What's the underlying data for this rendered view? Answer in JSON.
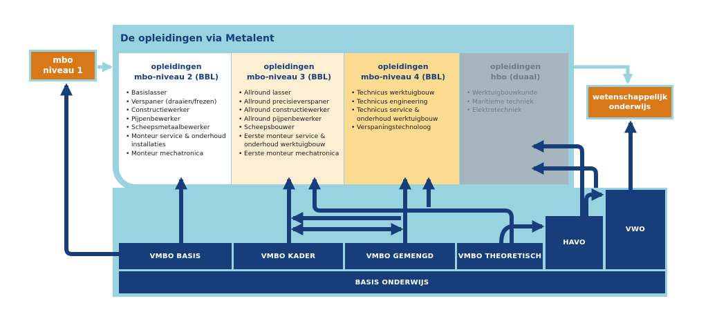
{
  "title": "De opleidingen via Metalent",
  "mbo1": "mbo\nniveau 1",
  "wo": "wetenschappelijk\nonderwijs",
  "columns": [
    {
      "heading": "opleidingen\nmbo-niveau 2 (BBL)",
      "items": [
        "Basislasser",
        "Verspaner (draaien/frezen)",
        "Constructiewerker",
        "Pijpenbewerker",
        "Scheepsmetaalbewerker",
        "Monteur service & onderhoud installaties",
        "Monteur mechatronica"
      ]
    },
    {
      "heading": "opleidingen\nmbo-niveau 3 (BBL)",
      "items": [
        "Allround lasser",
        "Allround precisieverspaner",
        "Allround constructiewerker",
        "Allround pijpenbewerker",
        "Scheepsbouwer",
        "Eerste monteur service & onderhoud werktuigbouw",
        "Eerste monteur mechatronica"
      ]
    },
    {
      "heading": "opleidingen\nmbo-niveau 4 (BBL)",
      "items": [
        "Technicus werktuigbouw",
        "Technicus engineering",
        "Technicus service & onderhoud werktuigbouw",
        "Verspaningstechnoloog"
      ]
    },
    {
      "heading": "opleidingen\nhbo (duaal)",
      "items": [
        "Werktuigbouwkunde",
        "Maritieme techniek",
        "Elektrotechniek"
      ]
    }
  ],
  "school": {
    "vmbo_basis": "VMBO BASIS",
    "vmbo_kader": "VMBO KADER",
    "vmbo_gemengd": "VMBO GEMENGD",
    "vmbo_theoretisch": "VMBO THEORETISCH",
    "havo": "HAVO",
    "vwo": "VWO",
    "basis": "BASIS  ONDERWIJS"
  },
  "colors": {
    "navy": "#173e7a",
    "light_blue": "#99d3df",
    "orange": "#d97818",
    "cream": "#feefd3",
    "yellow": "#fddc92",
    "grey": "#a6b5bd"
  }
}
